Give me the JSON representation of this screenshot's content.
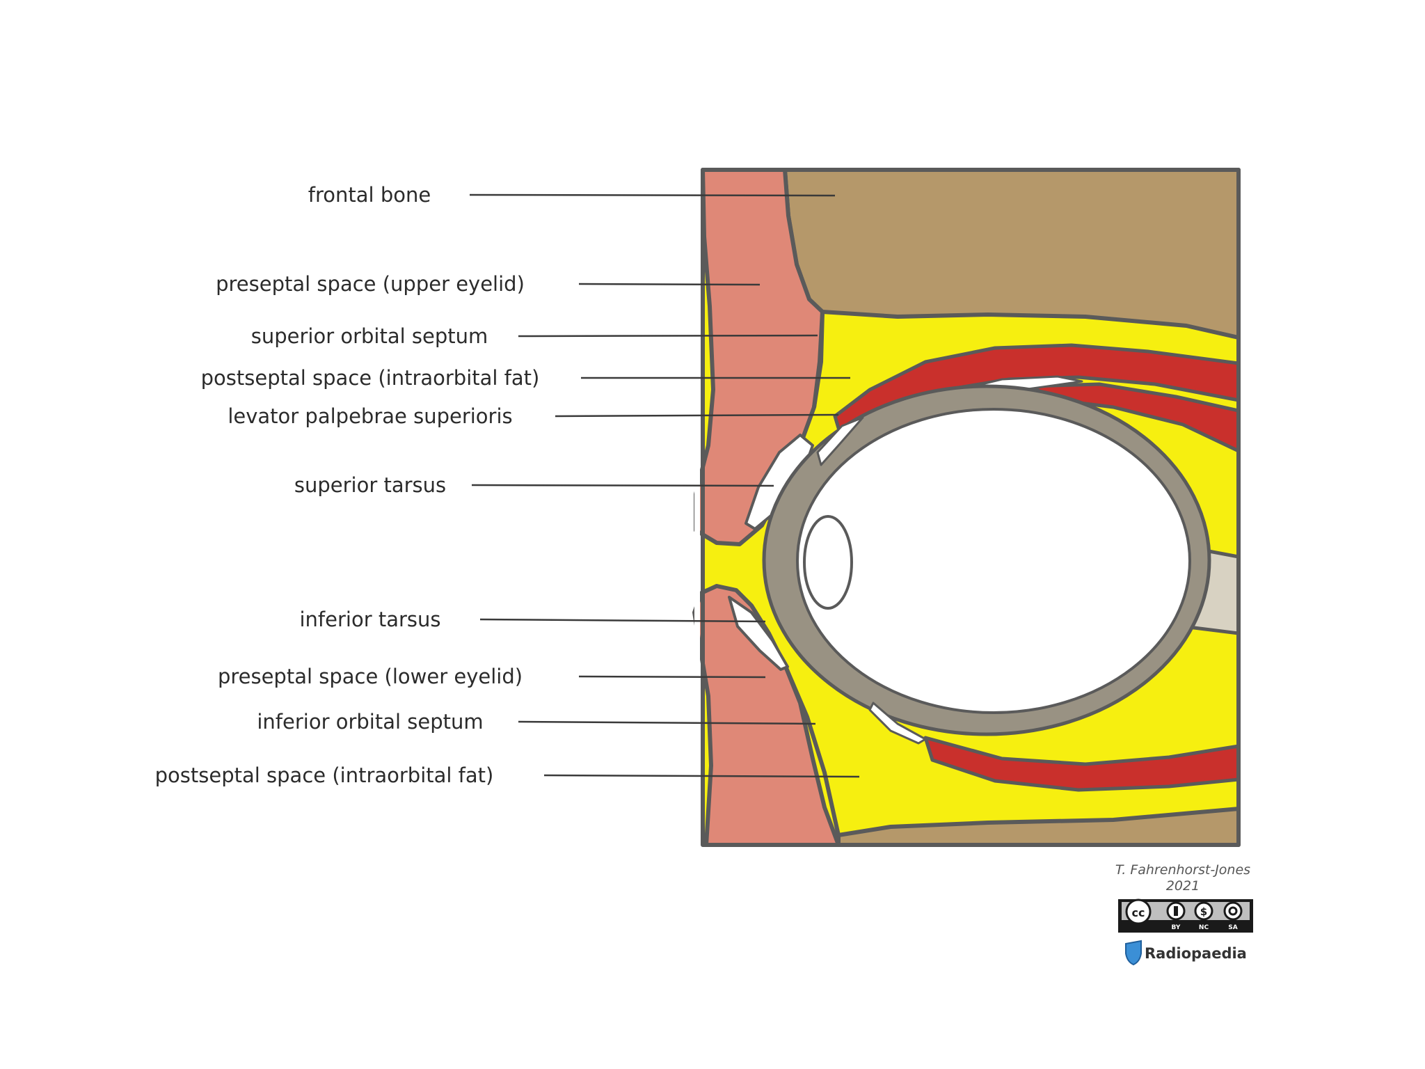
{
  "labels": {
    "frontal_bone": "frontal bone",
    "preseptal_upper": "preseptal space (upper eyelid)",
    "superior_orbital_septum": "superior orbital septum",
    "postseptal_upper": "postseptal space (intraorbital fat)",
    "levator": "levator palpebrae superioris",
    "superior_tarsus": "superior tarsus",
    "inferior_tarsus": "inferior tarsus",
    "preseptal_lower": "preseptal space (lower eyelid)",
    "inferior_orbital_septum": "inferior orbital septum",
    "postseptal_lower": "postseptal space (intraorbital fat)"
  },
  "credit": {
    "author": "T. Fahrenhorst-Jones",
    "year": "2021"
  },
  "license": {
    "badge": "cc",
    "terms": [
      "BY",
      "NC",
      "SA"
    ]
  },
  "brand": {
    "name": "Radiopaedia"
  },
  "colors": {
    "bone": "#b5986a",
    "skin": "#df8877",
    "fat": "#f6ef10",
    "muscle": "#c9302c",
    "sclera": "#999283",
    "outline": "#5a5a5a",
    "nerve": "#d8d2c2"
  }
}
